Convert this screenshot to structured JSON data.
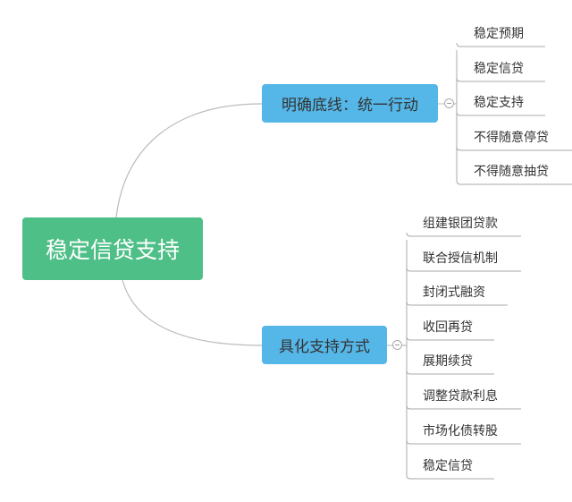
{
  "root": {
    "label": "稳定信贷支持",
    "color": "#4fbf88"
  },
  "branches": [
    {
      "label": "明确底线：统一行动",
      "color": "#55b7e8",
      "children": [
        "稳定预期",
        "稳定信贷",
        "稳定支持",
        "不得随意停贷",
        "不得随意抽贷"
      ]
    },
    {
      "label": "具化支持方式",
      "color": "#55b7e8",
      "children": [
        "组建银团贷款",
        "联合授信机制",
        "封闭式融资",
        "收回再贷",
        "展期续贷",
        "调整贷款利息",
        "市场化债转股",
        "稳定信贷"
      ]
    }
  ]
}
